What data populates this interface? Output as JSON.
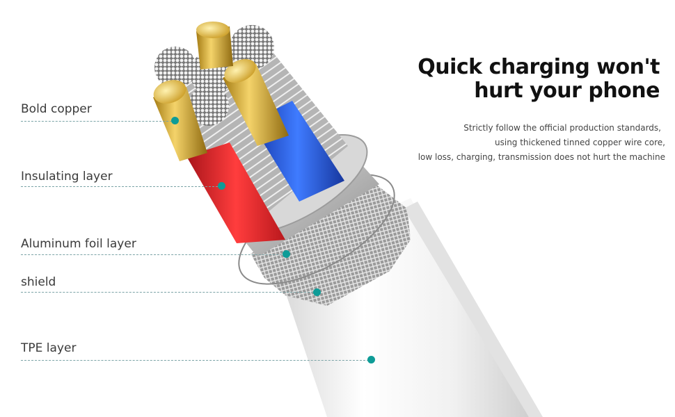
{
  "headline": {
    "line1": "Quick charging won't",
    "line2": "hurt your phone"
  },
  "description": {
    "line1": "Strictly follow the official production standards,",
    "line2": "using thickened tinned copper wire core,",
    "line3": "low loss, charging, transmission does not hurt the machine"
  },
  "callouts": [
    {
      "label": "Bold copper"
    },
    {
      "label": "Insulating layer"
    },
    {
      "label": "Aluminum foil layer"
    },
    {
      "label": "shield"
    },
    {
      "label": "TPE layer"
    }
  ],
  "colors": {
    "accent_dot": "#0e9c97",
    "core_red": "#d9252a",
    "core_blue": "#1f4fd0",
    "gold": "#d9b33c",
    "jacket": "#f2f2f2"
  }
}
